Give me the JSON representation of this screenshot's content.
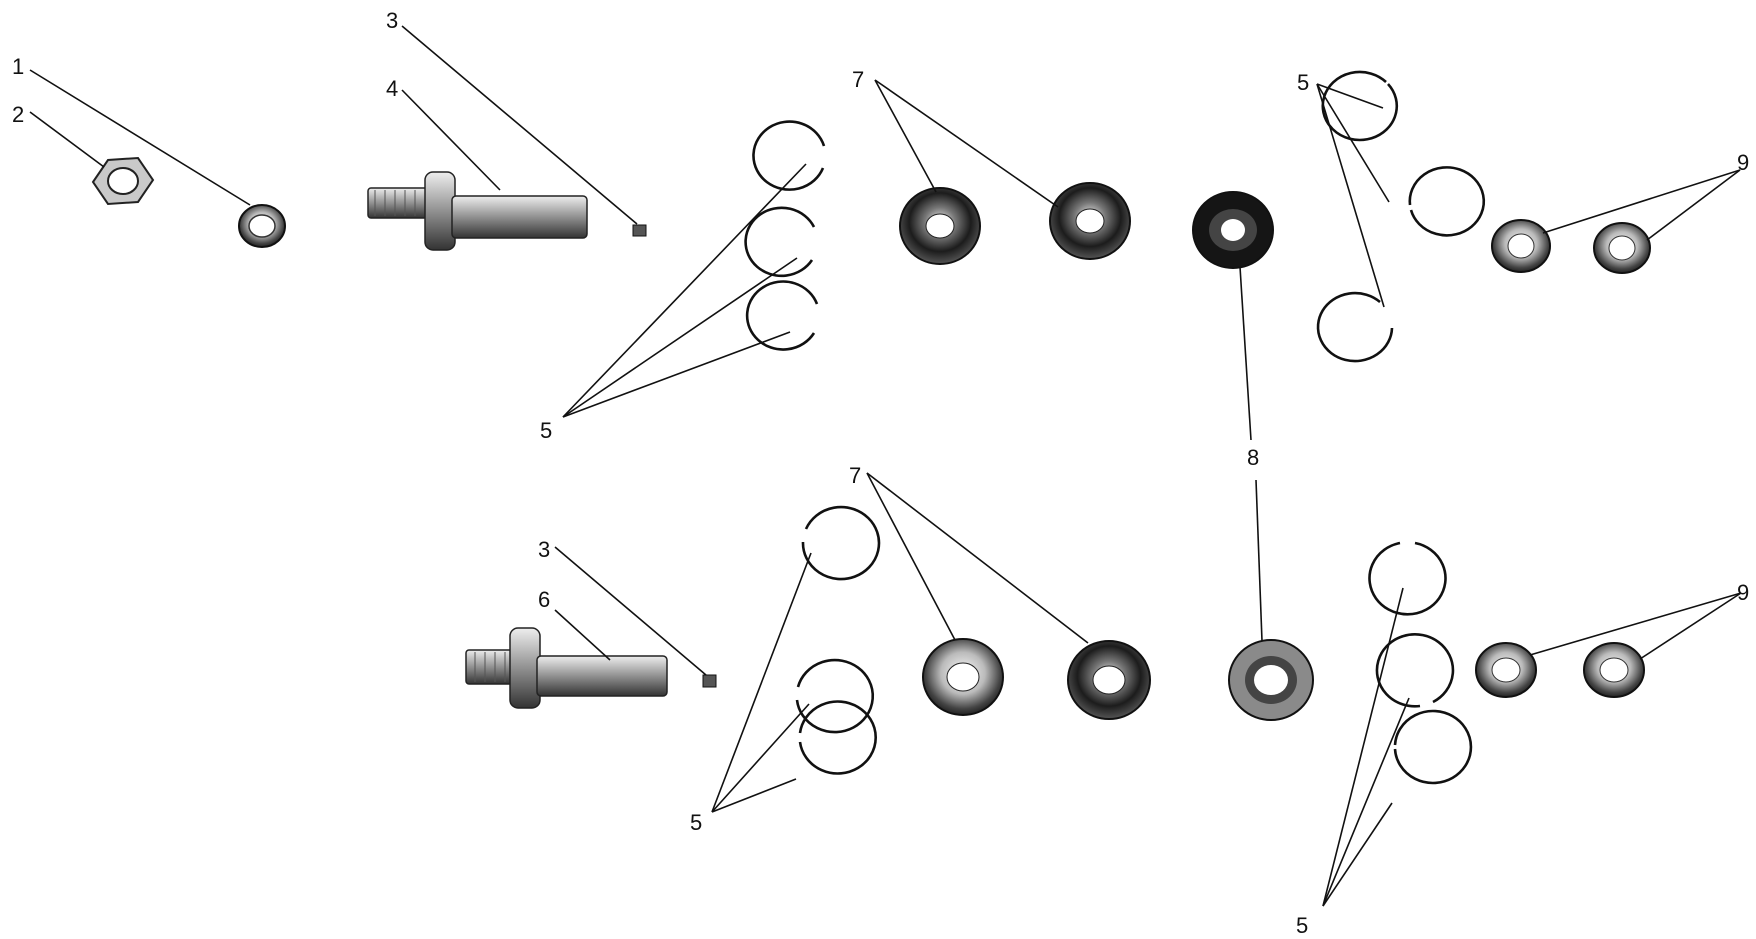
{
  "diagram": {
    "callouts": {
      "c1": "1",
      "c2": "2",
      "c3a": "3",
      "c4": "4",
      "c5a": "5",
      "c7a": "7",
      "c5b": "5",
      "c9a": "9",
      "c8": "8",
      "c3b": "3",
      "c6": "6",
      "c7b": "7",
      "c9b": "9",
      "c5c": "5",
      "c5d": "5"
    }
  }
}
